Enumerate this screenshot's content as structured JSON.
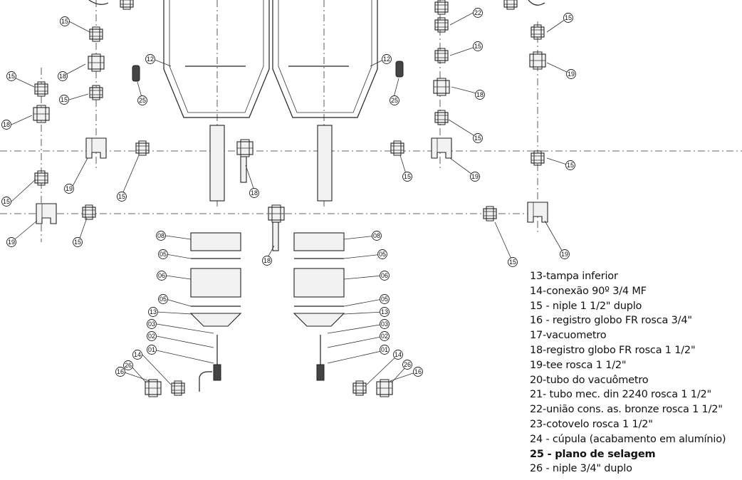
{
  "callouts": [
    "15",
    "22",
    "15",
    "18",
    "18",
    "12",
    "25",
    "15",
    "19",
    "19",
    "15",
    "08",
    "05",
    "06",
    "05",
    "13",
    "03",
    "02",
    "01",
    "14",
    "26",
    "16"
  ],
  "legend": [
    {
      "text": "13-tampa inferior"
    },
    {
      "text": "14-conexão 90º 3/4 MF"
    },
    {
      "text": "15 - niple 1 1/2\" duplo"
    },
    {
      "text": "16 - registro globo FR rosca 3/4\""
    },
    {
      "text": "17-vacuometro"
    },
    {
      "text": "18-registro globo FR rosca 1 1/2\""
    },
    {
      "text": "19-tee rosca 1 1/2\""
    },
    {
      "text": "20-tubo do vacuômetro"
    },
    {
      "text": "21- tubo mec. din 2240 rosca 1 1/2\""
    },
    {
      "text": "22-união cons. as. bronze rosca 1 1/2\""
    },
    {
      "text": "23-cotovelo  rosca 1 1/2\""
    },
    {
      "text": "24 - cúpula (acabamento em alumínio)"
    },
    {
      "text": "25 - plano de selagem"
    },
    {
      "text": "26 - niple 3/4\" duplo"
    }
  ]
}
